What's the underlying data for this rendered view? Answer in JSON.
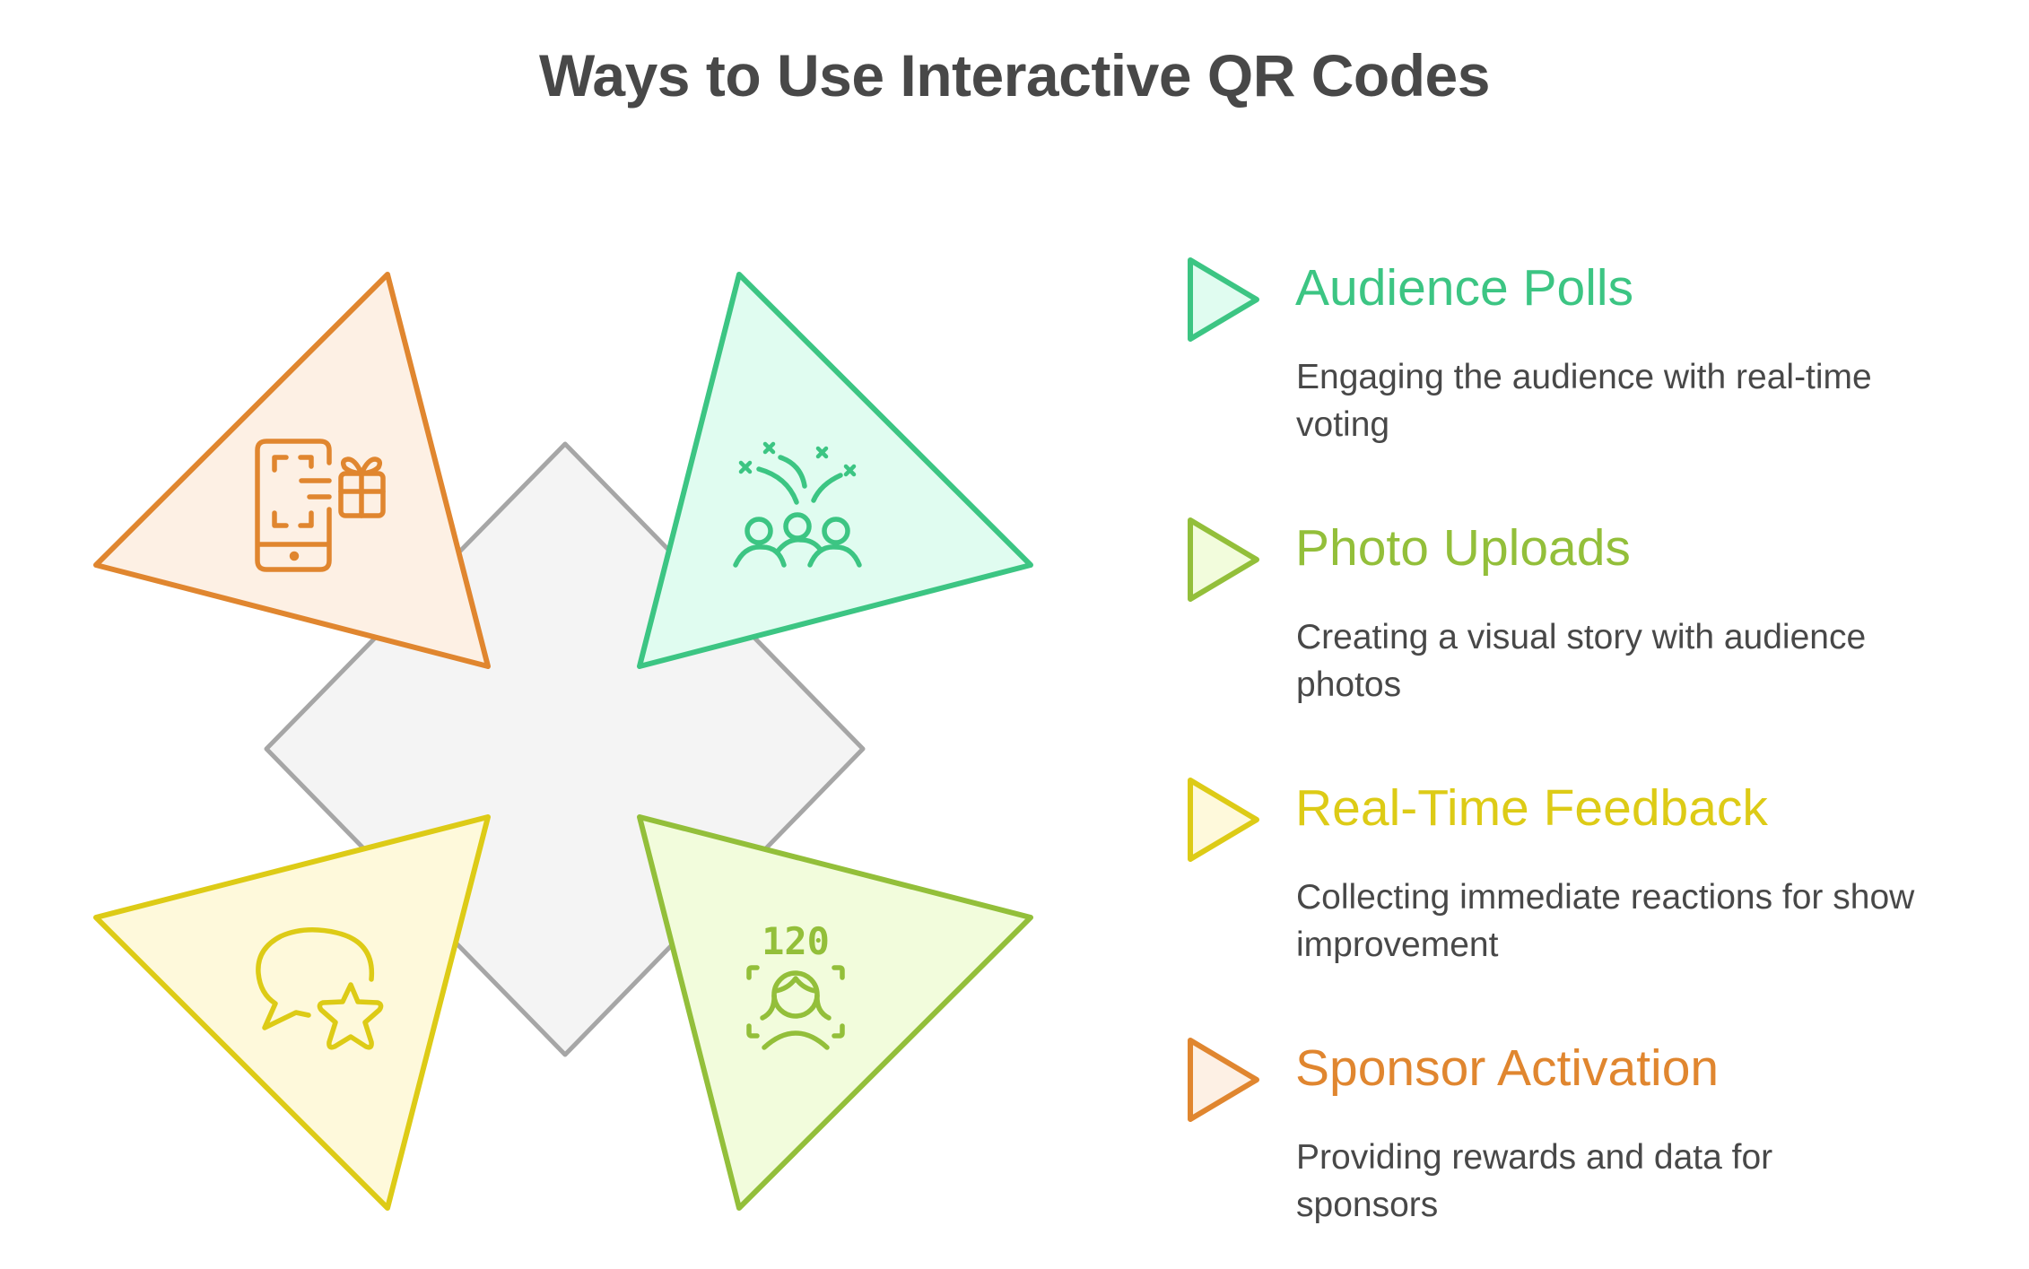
{
  "title": "Ways to Use Interactive QR Codes",
  "colors": {
    "text": "#484848",
    "center_fill": "#F4F4F4",
    "center_stroke": "#A6A6A6"
  },
  "diagram": {
    "center_shape": "diamond",
    "petals": [
      {
        "position": "top-left",
        "icon": "phone-gift-icon",
        "item": "Sponsor Activation",
        "stroke": "#E0862F",
        "fill": "#FDF0E4"
      },
      {
        "position": "top-right",
        "icon": "celebrating-crowd-icon",
        "item": "Audience Polls",
        "stroke": "#3CC583",
        "fill": "#E0FCF0"
      },
      {
        "position": "bottom-left",
        "icon": "chat-star-icon",
        "item": "Real-Time Feedback",
        "stroke": "#DDCB16",
        "fill": "#FEF9DB"
      },
      {
        "position": "bottom-right",
        "icon": "face-count-icon",
        "icon_text": "120",
        "item": "Photo Uploads",
        "stroke": "#93BF3A",
        "fill": "#F2FCDC"
      }
    ]
  },
  "items": [
    {
      "heading": "Audience Polls",
      "description": "Engaging the audience with real-time voting",
      "stroke": "#3CC583",
      "fill": "#E0FCF0"
    },
    {
      "heading": "Photo Uploads",
      "description": "Creating a visual story with audience photos",
      "stroke": "#93BF3A",
      "fill": "#F2FCDC"
    },
    {
      "heading": "Real-Time Feedback",
      "description": "Collecting immediate reactions for show improvement",
      "stroke": "#DDCB16",
      "fill": "#FEF9DB"
    },
    {
      "heading": "Sponsor Activation",
      "description": "Providing rewards and data for sponsors",
      "stroke": "#E0862F",
      "fill": "#FDF0E4"
    }
  ]
}
